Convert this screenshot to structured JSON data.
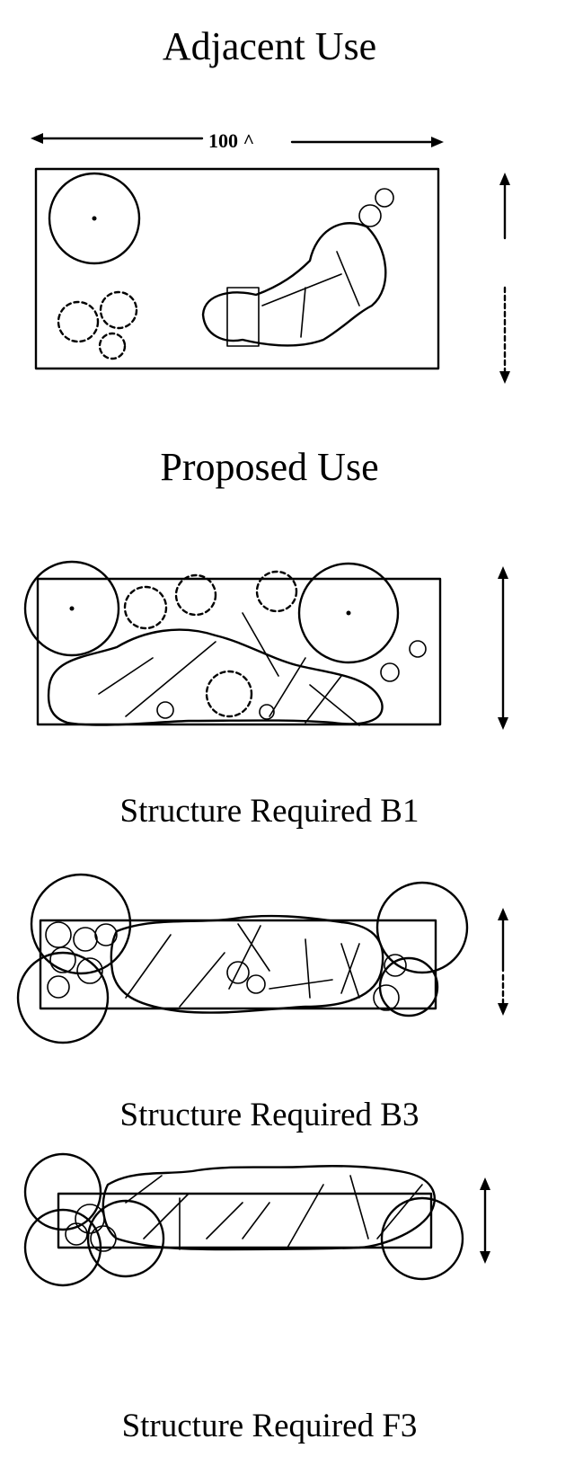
{
  "diagram": {
    "headings": {
      "adjacent_use": "Adjacent Use",
      "proposed_use": "Proposed Use"
    },
    "dimension_label": "100 ^",
    "captions": {
      "b1": "Structure Required B1",
      "b3": "Structure Required B3",
      "f3": "Structure Required F3"
    }
  }
}
